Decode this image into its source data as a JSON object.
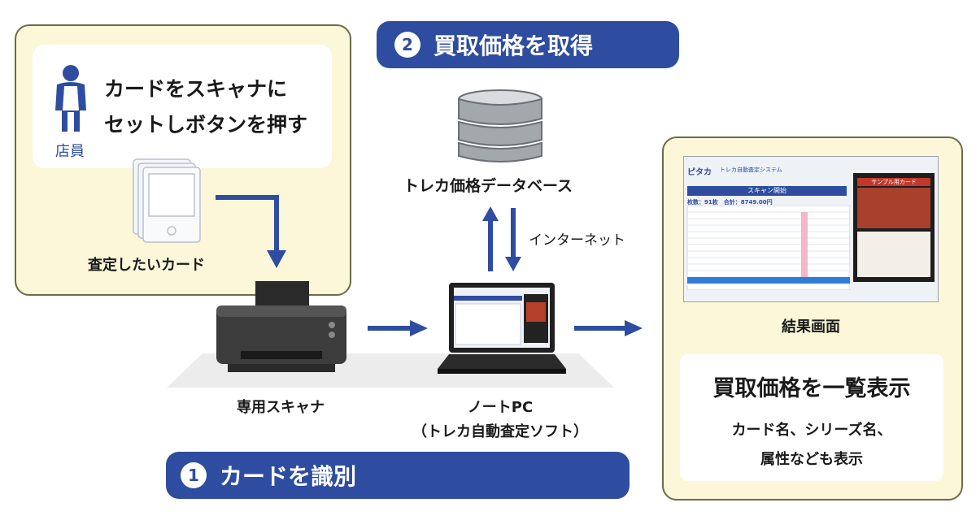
{
  "step1": {
    "number": "1",
    "label": "カードを識別"
  },
  "step2": {
    "number": "2",
    "label": "買取価格を取得"
  },
  "staff": {
    "instruction_line1": "カードをスキャナに",
    "instruction_line2": "セットしボタンを押す",
    "role_label": "店員"
  },
  "cards": {
    "label": "査定したいカード"
  },
  "database": {
    "label": "トレカ価格データベース"
  },
  "connection": {
    "label": "インターネット"
  },
  "scanner": {
    "label": "専用スキャナ"
  },
  "pc": {
    "label_line1": "ノートPC",
    "label_line2": "（トレカ自動査定ソフト）"
  },
  "result": {
    "screen_label": "結果画面",
    "title": "買取価格を一覧表示",
    "detail_line1": "カード名、シリーズ名、",
    "detail_line2": "属性なども表示"
  },
  "screen": {
    "app_name": "ピタカ",
    "app_subtitle": "トレカ自動査定システム",
    "scan_button": "スキャン開始",
    "summary": "枚数：91枚　合計：8749.00円",
    "card_title": "サンプル用カード"
  },
  "colors": {
    "accent_blue": "#2e4da0",
    "panel_cream": "#fbf7d8"
  }
}
